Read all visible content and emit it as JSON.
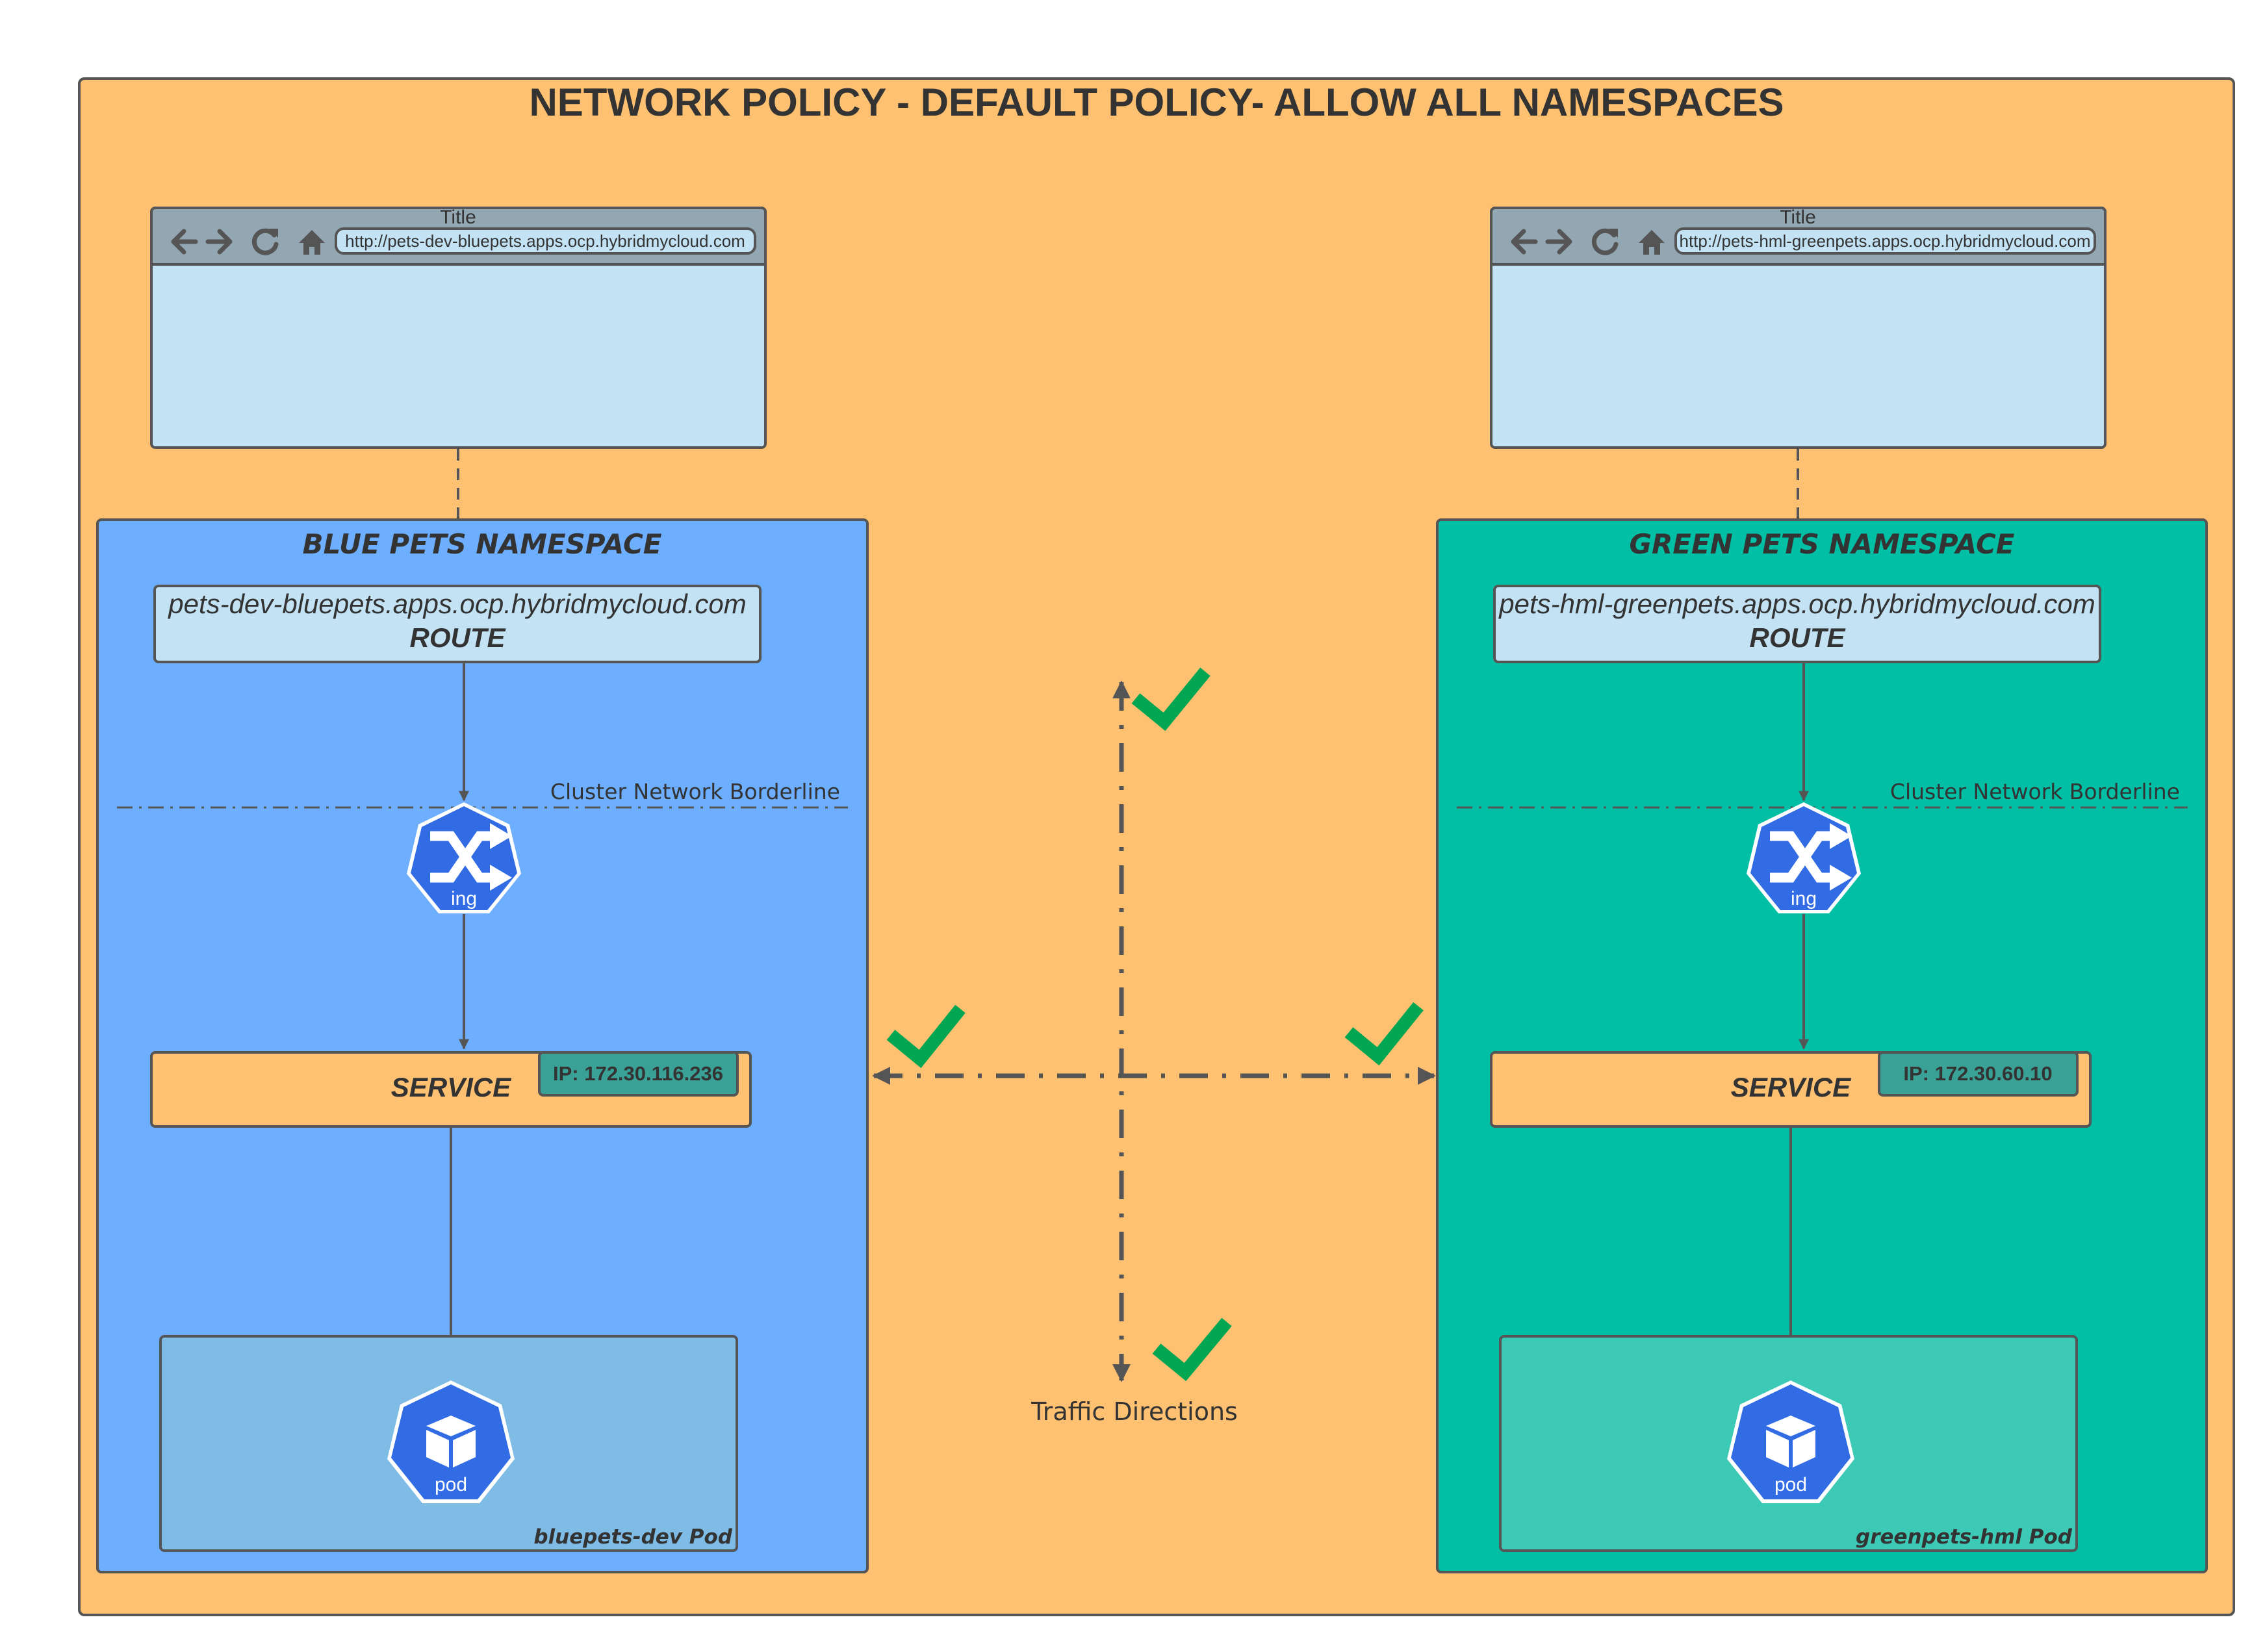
{
  "title": "NETWORK POLICY  - DEFAULT POLICY- ALLOW ALL NAMESPACES",
  "colors": {
    "background": "#FDC171",
    "blue_namespace": "#6DAEFF",
    "green_namespace": "#00BFA5",
    "browser_body": "#C3E3F5",
    "browser_bar": "#93A7B3",
    "service_box": "#FDC171",
    "ip_badge": "#3AA197",
    "blue_pod_box": "#7EBCE6",
    "green_pod_box": "#3CC9B5",
    "k8s_icon": "#326CE5",
    "check": "#00A651",
    "stroke": "#555555"
  },
  "browsers": [
    {
      "title": "Title",
      "url": "http://pets-dev-bluepets.apps.ocp.hybridmycloud.com",
      "icons": [
        "back-arrow-icon",
        "forward-arrow-icon",
        "reload-icon",
        "home-icon"
      ]
    },
    {
      "title": "Title",
      "url": "http://pets-hml-greenpets.apps.ocp.hybridmycloud.com",
      "icons": [
        "back-arrow-icon",
        "forward-arrow-icon",
        "reload-icon",
        "home-icon"
      ]
    }
  ],
  "namespaces": [
    {
      "name": "BLUE PETS NAMESPACE",
      "route_host": "pets-dev-bluepets.apps.ocp.hybridmycloud.com",
      "route_label": "ROUTE",
      "borderline_label": "Cluster Network Borderline",
      "ingress_label": "ing",
      "service_label": "SERVICE",
      "service_ip": "IP: 172.30.116.236",
      "pod_icon_label": "pod",
      "pod_caption": "bluepets-dev Pod"
    },
    {
      "name": "GREEN PETS NAMESPACE",
      "route_host": "pets-hml-greenpets.apps.ocp.hybridmycloud.com",
      "route_label": "ROUTE",
      "borderline_label": "Cluster Network Borderline",
      "ingress_label": "ing",
      "service_label": "SERVICE",
      "service_ip": "IP: 172.30.60.10",
      "pod_icon_label": "pod",
      "pod_caption": "greenpets-hml Pod"
    }
  ],
  "traffic": {
    "label": "Traffic Directions",
    "directions": [
      "up",
      "down",
      "left",
      "right"
    ],
    "all_allowed": true
  }
}
